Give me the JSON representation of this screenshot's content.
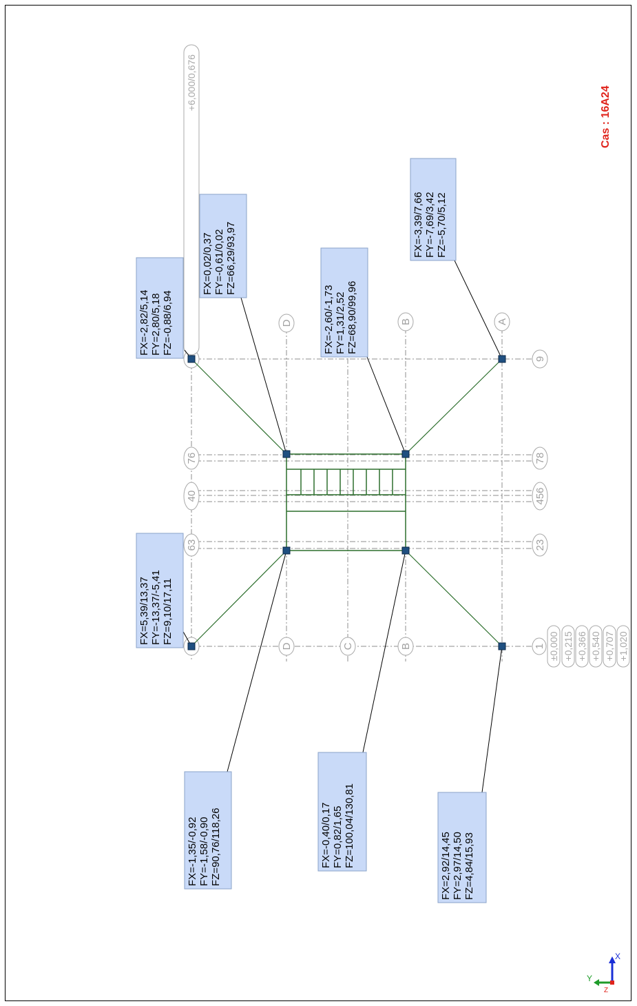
{
  "case_label": "Cas : 16A24",
  "axis_labels": {
    "x": "X",
    "y": "Y",
    "z": "Z"
  },
  "grid_bubbles": {
    "top_left_D": "D",
    "top_left_C": "C",
    "top_left_B": "B",
    "top_right_D": "D",
    "top_right_B": "B",
    "top_right_A": "A",
    "bottom_1": "1",
    "bottom_23": "23",
    "bottom_456": "456",
    "bottom_78": "78",
    "bottom_9": "9",
    "top_63": "63",
    "top_40": "40",
    "top_76": "76"
  },
  "elevations": [
    "±0,000",
    "+0,215",
    "+0,366",
    "+0,540",
    "+0,707",
    "+1,020"
  ],
  "top_elevation_stack": "+6,000/0,676",
  "reactions": {
    "r1": {
      "fx": "FX=2,92/14,45",
      "fy": "FY=2,97/14,50",
      "fz": "FZ=4,84/15,93"
    },
    "r2": {
      "fx": "FX=-0,40/0,17",
      "fy": "FY=0,82/1,65",
      "fz": "FZ=100,04/130,81"
    },
    "r3": {
      "fx": "FX=-1,35/-0,92",
      "fy": "FY=-1,58/-0,90",
      "fz": "FZ=90,76/118,26"
    },
    "r4": {
      "fx": "FX=5,39/13,37",
      "fy": "FY=-13,37/-5,41",
      "fz": "FZ=9,10/17,11"
    },
    "r5": {
      "fx": "FX=-2,82/5,14",
      "fy": "FY=2,80/5,18",
      "fz": "FZ=-0,88/6,94"
    },
    "r6": {
      "fx": "FX=0,02/0,37",
      "fy": "FY=-0,61/0,02",
      "fz": "FZ=66,29/93,97"
    },
    "r7": {
      "fx": "FX=-2,60/-1,73",
      "fy": "FY=1,31/2,52",
      "fz": "FZ=68,90/99,96"
    },
    "r8": {
      "fx": "FX=-3,39/7,66",
      "fy": "FY=-7,69/3,42",
      "fz": "FZ=-5,70/5,12"
    }
  },
  "colors": {
    "member": "#2c6e2c",
    "label_box": "#c9daf8",
    "case": "#e0241c",
    "node": "#1f4f80"
  }
}
